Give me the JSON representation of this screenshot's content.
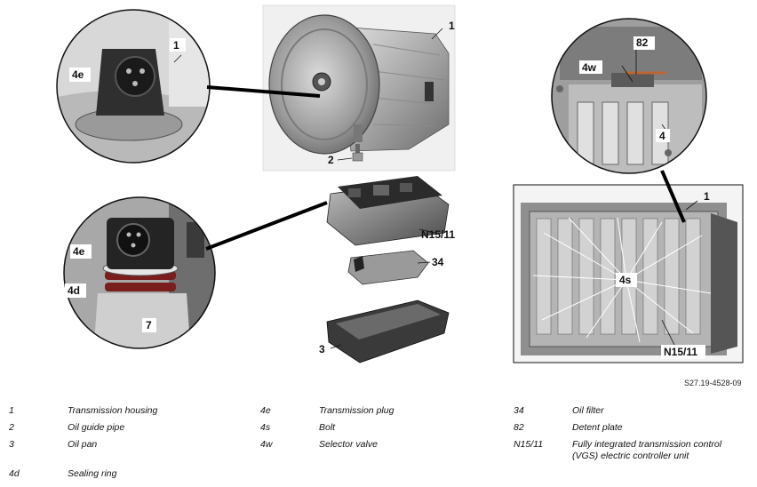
{
  "callouts": {
    "c1a": "1",
    "c1b": "1",
    "c1c": "1",
    "c2": "2",
    "c3": "3",
    "c4": "4",
    "c4e_top": "4e",
    "c4e_mid": "4e",
    "c4d": "4d",
    "c4s": "4s",
    "c4w": "4w",
    "c7": "7",
    "c34": "34",
    "c82": "82",
    "cN15_a": "N15/11",
    "cN15_b": "N15/11"
  },
  "doc_id": "S27.19-4528-09",
  "legend": [
    {
      "code": "1",
      "text": "Transmission housing"
    },
    {
      "code": "2",
      "text": "Oil guide pipe"
    },
    {
      "code": "3",
      "text": "Oil pan"
    },
    {
      "code": "4d",
      "text": "Sealing ring"
    },
    {
      "code": "4e",
      "text": "Transmission plug"
    },
    {
      "code": "4s",
      "text": "Bolt"
    },
    {
      "code": "4w",
      "text": "Selector valve"
    },
    {
      "code": "34",
      "text": "Oil filter"
    },
    {
      "code": "82",
      "text": "Detent plate"
    },
    {
      "code": "N15/11",
      "text": "Fully integrated transmission control (VGS) electric controller unit"
    }
  ]
}
